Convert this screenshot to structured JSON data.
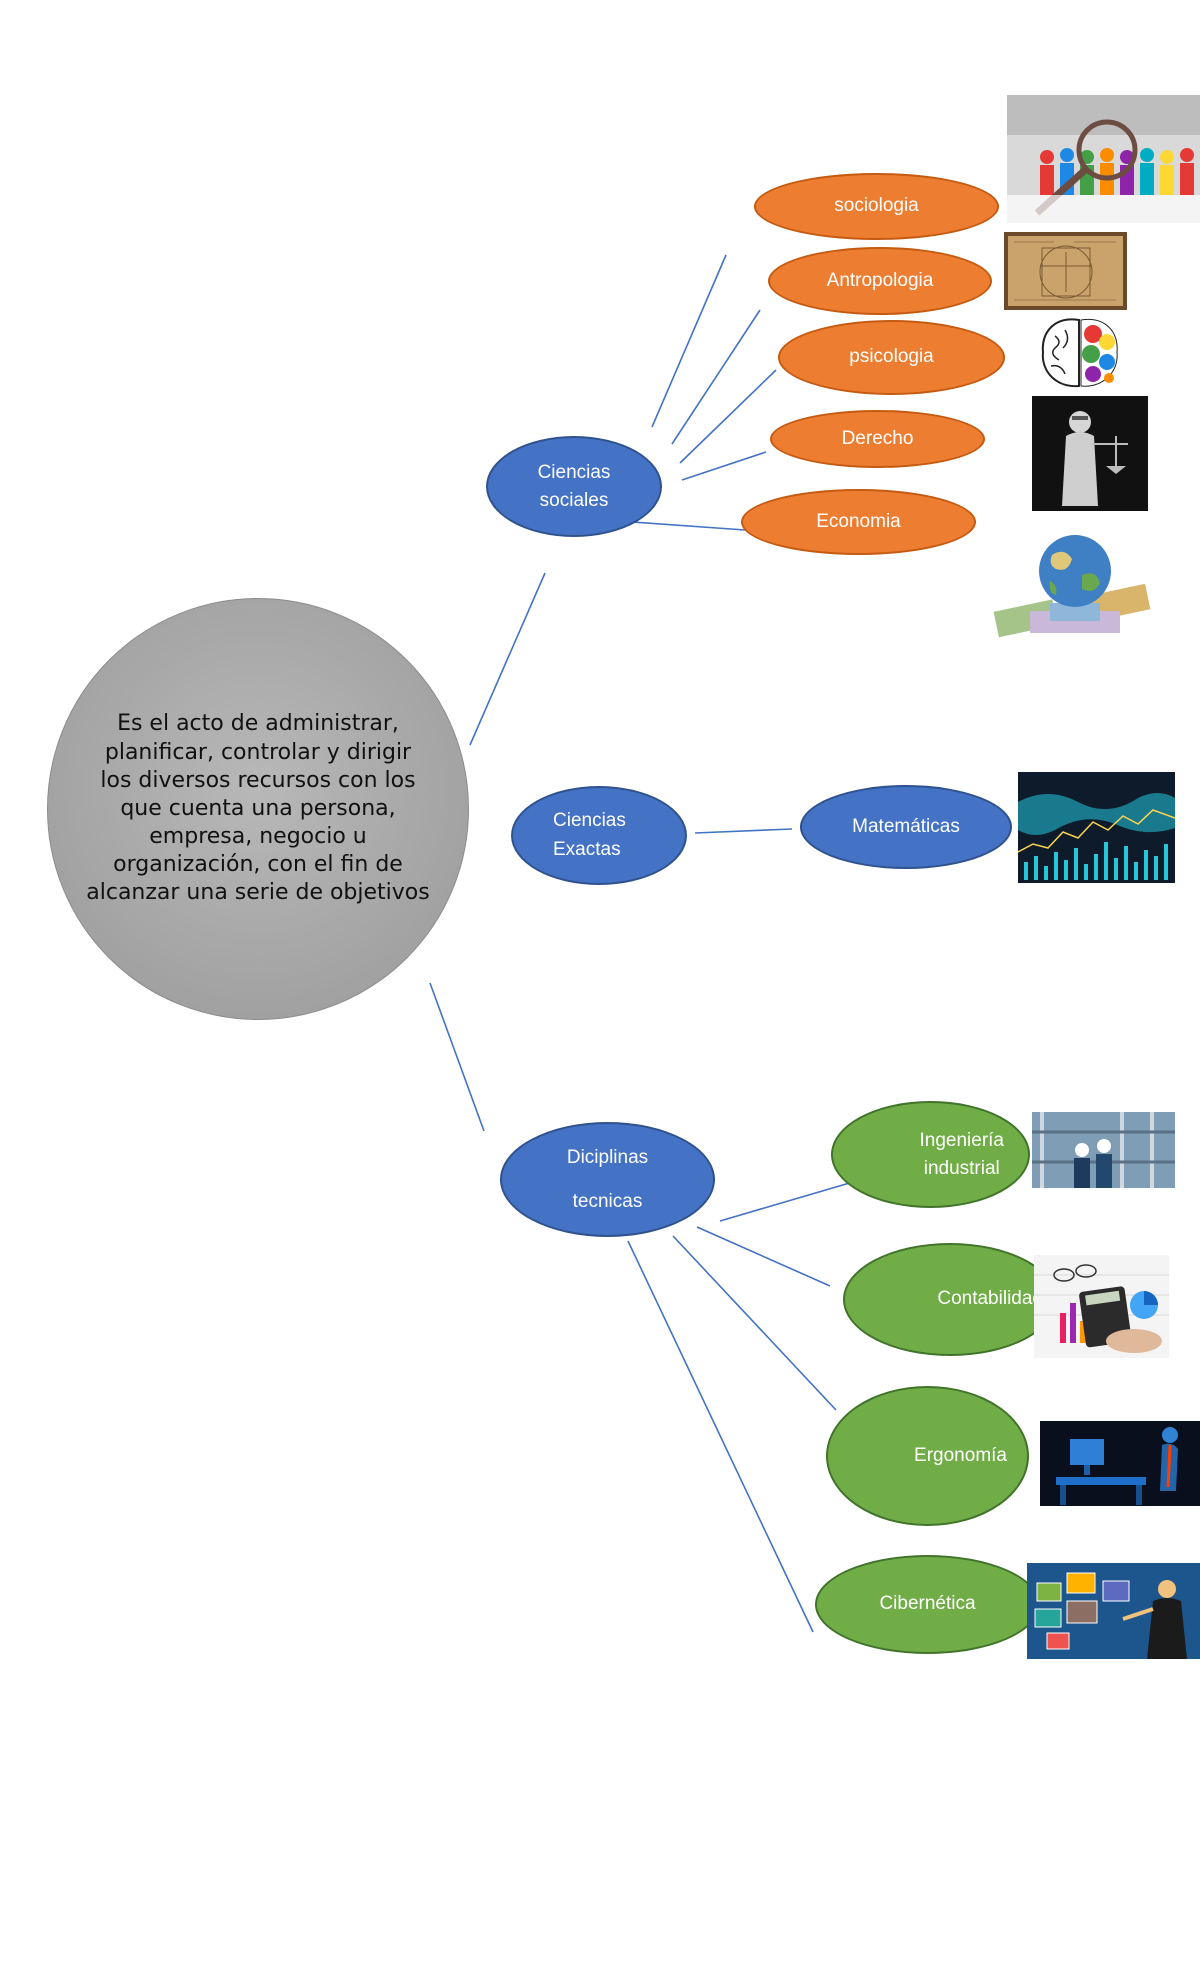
{
  "center": {
    "text": "Es el acto de administrar, planificar, controlar y dirigir los diversos recursos con los que cuenta una persona, empresa, negocio u organización, con el fin de alcanzar una serie de objetivos"
  },
  "branches": {
    "sociales": {
      "line1": "Ciencias",
      "line2": "sociales"
    },
    "exactas": {
      "line1": "Ciencias",
      "line2": "Exactas"
    },
    "tecnicas": {
      "line1": "Diciplinas",
      "line2": "tecnicas"
    }
  },
  "leaves": {
    "sociologia": "sociologia",
    "antropologia": "Antropologia",
    "psicologia": "psicologia",
    "derecho": "Derecho",
    "economia": "Economia",
    "matematicas": "Matemáticas",
    "ingenieria_1": "Ingeniería",
    "ingenieria_2": "industrial",
    "contabilidad": "Contabilidad",
    "ergonomia": "Ergonomía",
    "cibernetica": "Cibernética"
  },
  "colors": {
    "center": "#a6a6a6",
    "branch": "#4472c4",
    "social": "#ed7d31",
    "technical": "#70ad47",
    "connector": "#4472c4"
  },
  "images": [
    "people-magnifier-image",
    "vitruvian-sketch-image",
    "colorful-brain-image",
    "justice-statue-image",
    "globe-money-image",
    "stock-chart-image",
    "industrial-workers-image",
    "calculator-chart-image",
    "ergonomic-workstation-image",
    "virtual-screens-image"
  ]
}
